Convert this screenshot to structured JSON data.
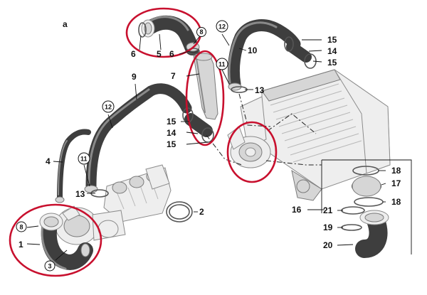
{
  "diagram": {
    "background": "#ffffff",
    "highlight_color": "#c8102e",
    "labels": {
      "corner_mark": "a",
      "p1": "1",
      "p2": "2",
      "p3": "3",
      "p4": "4",
      "p5": "5",
      "p6a": "6",
      "p6b": "6",
      "p7": "7",
      "p8a": "8",
      "p8b": "8",
      "p9": "9",
      "p10": "10",
      "p11a": "11",
      "p11b": "11",
      "p12a": "12",
      "p12b": "12",
      "p13a": "13",
      "p13b": "13",
      "p14a": "14",
      "p14b": "14",
      "p15a": "15",
      "p15b": "15",
      "p15c": "15",
      "p15d": "15",
      "p16": "16",
      "p17": "17",
      "p18a": "18",
      "p18b": "18",
      "p19": "19",
      "p20": "20",
      "p21": "21"
    }
  }
}
